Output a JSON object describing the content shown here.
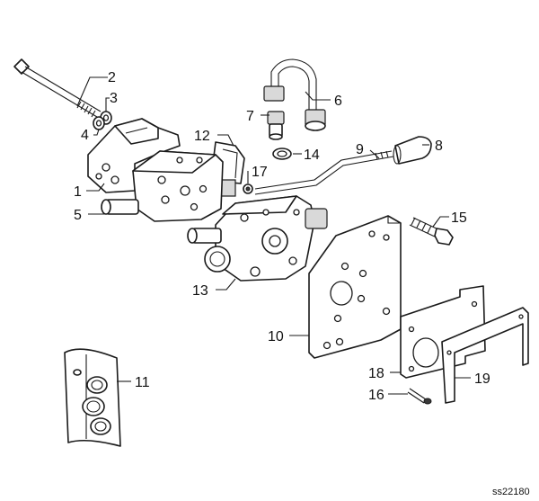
{
  "callouts": {
    "c1": "1",
    "c2": "2",
    "c3": "3",
    "c4": "4",
    "c5": "5",
    "c6": "6",
    "c7": "7",
    "c8": "8",
    "c9": "9",
    "c10": "10",
    "c11": "11",
    "c12": "12",
    "c13": "13",
    "c14": "14",
    "c15": "15",
    "c16": "16",
    "c17": "17",
    "c18": "18",
    "c19": "19"
  },
  "reference_code": "ss22180"
}
